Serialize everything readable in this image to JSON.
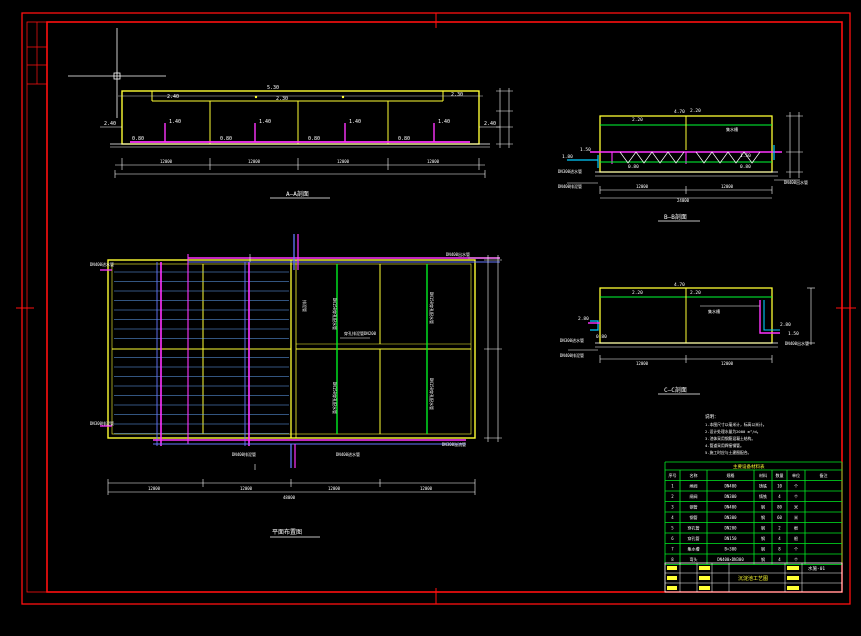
{
  "sections": {
    "aa": "A—A剖面",
    "bb": "B—B剖面",
    "cc": "C—C剖面",
    "plan": "平面布置图"
  },
  "elevations": {
    "aa_top": "5.30",
    "aa_water_left": "2.40",
    "aa_water_mid": "2.30",
    "aa_water_right": "2.30",
    "aa_pipe_a": "1.40",
    "aa_pipe_b": "1.40",
    "aa_pipe_c": "1.40",
    "aa_pipe_d": "1.40",
    "aa_side_left": "2.40",
    "aa_side_right": "2.40",
    "aa_bottom_a": "0.80",
    "aa_bottom_b": "0.80",
    "aa_bottom_c": "0.80",
    "aa_bottom_d": "0.80",
    "bb_top": "4.70",
    "bb_water_left": "2.20",
    "bb_water_right": "2.20",
    "bb_left": "1.80",
    "bb_mid": "1.50",
    "bb_low": "0.80",
    "bb_right": "1.50",
    "bb_bottom": "0.80",
    "cc_top": "4.70",
    "cc_water_left": "2.20",
    "cc_water_right": "2.20",
    "cc_left": "2.80",
    "cc_right": "2.80",
    "cc_bottom": "0.80",
    "cc_exit": "1.50"
  },
  "dimensions": {
    "aa": [
      "12000",
      "12000",
      "12000",
      "12000"
    ],
    "bb": [
      "12000",
      "12000"
    ],
    "bb_total": "24000",
    "cc": [
      "12000",
      "12000"
    ],
    "plan": [
      "12000",
      "12000",
      "12000",
      "12000"
    ],
    "plan_total": "48000"
  },
  "pipe_labels": {
    "plan_in": "DN400进水管",
    "plan_drain": "DN300排泥管",
    "plan_out": "DN400出水管",
    "plan_overflow": "DN300溢流管",
    "plan_bottom_left": "DN400排泥管",
    "plan_bottom_right": "DN400进水管",
    "plan_mid": "穿孔排泥管DN200",
    "plan_pipe_v1": "DN150穿孔配水管",
    "plan_pipe_v2": "DN150穿孔配水管",
    "plan_pipe_v3": "DN150穿孔配水管",
    "plan_pipe_v4": "DN150穿孔配水管",
    "plan_pipe_v5": "排泥管",
    "bb_left_pipe1": "DN300进水管",
    "bb_left_pipe2": "DN400排泥管",
    "bb_right": "DN400出水管",
    "bb_mid": "集水槽",
    "cc_left1": "DN300进水管",
    "cc_left2": "DN400排泥管",
    "cc_right": "DN400出水管",
    "cc_mid": "集水槽"
  },
  "notes": {
    "title": "说明：",
    "lines": [
      "1.本图尺寸以毫米计，标高以米计。",
      "2.设计处理水量为2000 m³/d。",
      "3.池体采用钢筋混凝土结构。",
      "4.管道采用焊接钢管。",
      "5.施工时应与土建图配合。"
    ]
  },
  "equipment_table": {
    "title": "主要设备材料表",
    "headers": [
      "序号",
      "名称",
      "规格",
      "材料",
      "数量",
      "单位",
      "备注"
    ],
    "rows": [
      [
        "1",
        "闸阀",
        "DN400",
        "铸铁",
        "10",
        "个",
        ""
      ],
      [
        "2",
        "闸阀",
        "DN300",
        "铸铁",
        "4",
        "个",
        ""
      ],
      [
        "3",
        "钢管",
        "DN400",
        "钢",
        "80",
        "米",
        ""
      ],
      [
        "4",
        "钢管",
        "DN300",
        "钢",
        "60",
        "米",
        ""
      ],
      [
        "5",
        "穿孔管",
        "DN200",
        "钢",
        "2",
        "根",
        ""
      ],
      [
        "6",
        "穿孔管",
        "DN150",
        "钢",
        "4",
        "根",
        ""
      ],
      [
        "7",
        "集水槽",
        "B=300",
        "钢",
        "8",
        "个",
        ""
      ],
      [
        "8",
        "弯头",
        "DN400×DN300",
        "钢",
        "4",
        "个",
        ""
      ]
    ]
  },
  "title_block": {
    "drawing_name": "沉淀池工艺图",
    "sheet": "水施-01"
  }
}
